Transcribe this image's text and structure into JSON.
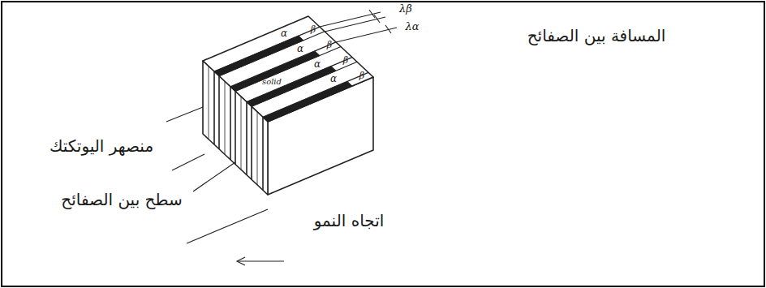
{
  "diagram": {
    "labels": [
      "المسافة بين الصفائح",
      "λβ",
      "λα",
      "α",
      "β",
      "α",
      "β",
      "solid",
      "α",
      "β",
      "α",
      "β",
      "منصهر اليوتكتك",
      "سطح بين الصفائح",
      "اتجاه النمو"
    ]
  }
}
